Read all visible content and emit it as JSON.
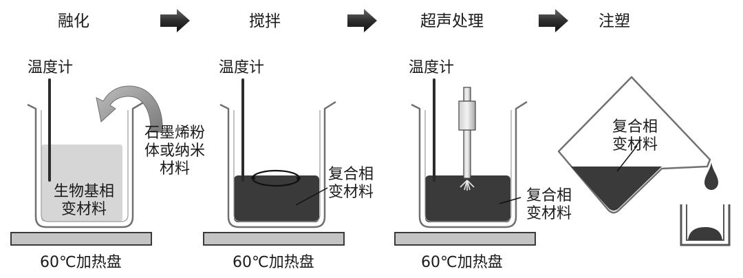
{
  "steps": [
    "融化",
    "搅拌",
    "超声处理",
    "注塑"
  ],
  "labels": {
    "thermometer": "温度计",
    "hot_plate": "60℃加热盘",
    "additive": [
      "石墨烯粉",
      "体或纳米",
      "材料"
    ],
    "bio_pcm": [
      "生物基相",
      "变材料"
    ],
    "composite_pcm": [
      "复合相",
      "变材料"
    ]
  },
  "colors": {
    "outline": "#6b6b6b",
    "fill_light": "#d6d6d6",
    "fill_dark": "#3a3a3a",
    "arrow": "#333333",
    "plate": "#c4c4c4"
  }
}
